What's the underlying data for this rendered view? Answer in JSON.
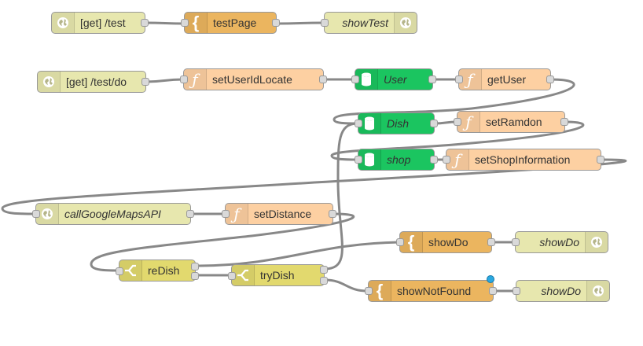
{
  "colors": {
    "http": "#e7e7ae",
    "template": "#ebb55f",
    "function": "#fdd0a2",
    "db": "#1bc560",
    "switch": "#e2d96e",
    "wire": "#888888",
    "status": "#2aa8e0"
  },
  "nodes": {
    "get_test": {
      "label": "[get] /test",
      "icon": "globe-icon"
    },
    "test_page": {
      "label": "testPage",
      "icon": "template-brace-icon"
    },
    "show_test": {
      "label": "showTest",
      "icon": "globe-icon"
    },
    "get_test_do": {
      "label": "[get] /test/do",
      "icon": "globe-icon"
    },
    "set_user_id_locate": {
      "label": "setUserIdLocate",
      "icon": "function-icon"
    },
    "user": {
      "label": "User",
      "icon": "database-icon"
    },
    "get_user": {
      "label": "getUser",
      "icon": "function-icon"
    },
    "dish": {
      "label": "Dish",
      "icon": "database-icon"
    },
    "set_ramdon": {
      "label": "setRamdon",
      "icon": "function-icon"
    },
    "shop": {
      "label": "shop",
      "icon": "database-icon"
    },
    "set_shop_information": {
      "label": "setShopInformation",
      "icon": "function-icon"
    },
    "call_google_maps_api": {
      "label": "callGoogleMapsAPI",
      "icon": "globe-icon"
    },
    "set_distance": {
      "label": "setDistance",
      "icon": "function-icon"
    },
    "show_do_template": {
      "label": "showDo",
      "icon": "template-brace-icon"
    },
    "show_do_response": {
      "label": "showDo",
      "icon": "globe-icon"
    },
    "re_dish": {
      "label": "reDish",
      "icon": "switch-icon"
    },
    "try_dish": {
      "label": "tryDish",
      "icon": "switch-icon"
    },
    "show_not_found": {
      "label": "showNotFound",
      "icon": "template-brace-icon"
    },
    "show_do_response_2": {
      "label": "showDo",
      "icon": "globe-icon"
    }
  }
}
